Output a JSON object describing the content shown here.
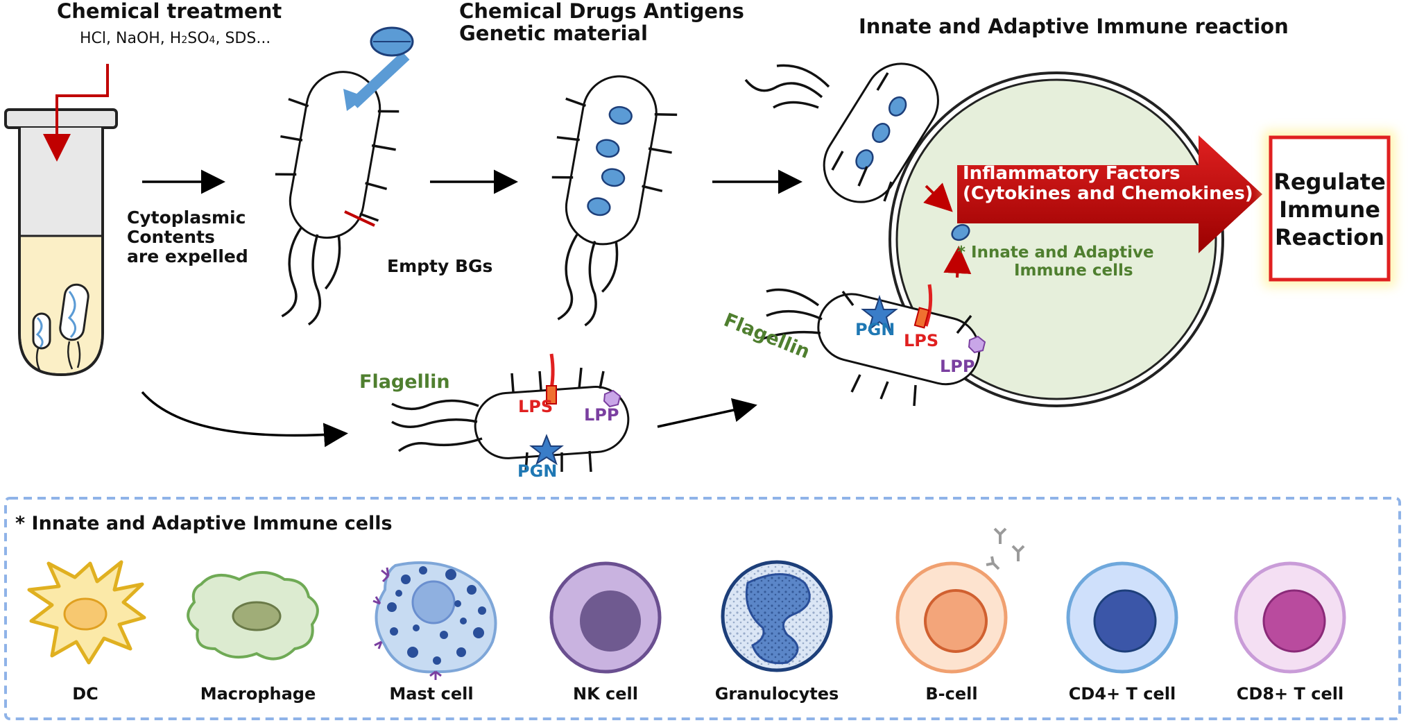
{
  "top": {
    "chemical_treatment": "Chemical treatment",
    "reagents_pre": "HCl, NaOH, H",
    "reagents_sub1": "2",
    "reagents_mid": "SO",
    "reagents_sub2": "4",
    "reagents_post": ", SDS...",
    "cytoplasmic": [
      "Cytoplasmic",
      "Contents",
      "are expelled"
    ],
    "empty_bgs": "Empty BGs",
    "drugs_line1": "Chemical Drugs Antigens",
    "drugs_line2": "Genetic material",
    "immune_reaction": "Innate and Adaptive Immune reaction"
  },
  "immune_cell_label": [
    "* Innate and Adaptive",
    "Immune cells"
  ],
  "inflammatory": [
    "Inflammatory Factors",
    "(Cytokines and Chemokines)"
  ],
  "regulate": [
    "Regulate",
    "Immune",
    "Reaction"
  ],
  "markers": {
    "flagellin": "Flagellin",
    "lps": "LPS",
    "lpp": "LPP",
    "pgn": "PGN"
  },
  "legend": {
    "title": "*  Innate and Adaptive Immune cells",
    "cells": [
      {
        "name": "DC",
        "color": "#f2c64a"
      },
      {
        "name": "Macrophage",
        "color": "#8fbf6e"
      },
      {
        "name": "Mast cell",
        "color": "#9cc0e8"
      },
      {
        "name": "NK cell",
        "color": "#a78cc9"
      },
      {
        "name": "Granulocytes",
        "color": "#7fa8d8"
      },
      {
        "name": "B-cell",
        "color": "#f3a57a"
      },
      {
        "name": "CD4+ T cell",
        "color": "#8fb8f0"
      },
      {
        "name": "CD8+ T cell",
        "color": "#e4a9dc"
      }
    ]
  },
  "colors": {
    "arrow_blue": "#5b9bd5",
    "red_arrow": "#c00000",
    "legend_border": "#8fb3e8",
    "big_cell_fill": "#e6efdb"
  }
}
